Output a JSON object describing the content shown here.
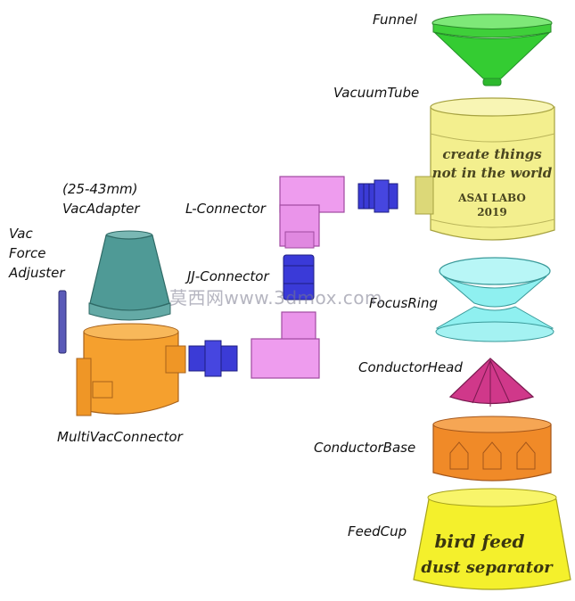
{
  "labels": {
    "funnel": "Funnel",
    "vacuum_tube": "VacuumTube",
    "size_range": "(25-43mm)",
    "vac_adapter": "VacAdapter",
    "l_connector": "L-Connector",
    "vac_force_1": "Vac",
    "vac_force_2": "Force",
    "vac_force_3": "Adjuster",
    "jj_connector": "JJ-Connector",
    "focus_ring": "FocusRing",
    "conductor_head": "ConductorHead",
    "multi_vac_connector": "MultiVacConnector",
    "conductor_base": "ConductorBase",
    "feed_cup": "FeedCup"
  },
  "engravings": {
    "tube_line1": "create things",
    "tube_line2": "not in the world",
    "tube_brand": "ASAI LABO",
    "tube_year": "2019",
    "cup_line1": "bird feed",
    "cup_line2": "dust separator"
  },
  "watermark": "莫西网www.3dmox.com",
  "colors": {
    "funnel": "#39d834",
    "vacuum_tube": "#f2ee88",
    "vac_adapter": "#4f9a96",
    "l_connector": "#ee99ee",
    "jj_connector": "#3a3ad8",
    "focus_ring": "#8ff0f0",
    "conductor_head": "#d0388a",
    "multi_vac": "#f5a02e",
    "conductor_base": "#f08a28",
    "feed_cup": "#f4f02c",
    "vac_force_adjuster": "#5a5ab8"
  }
}
